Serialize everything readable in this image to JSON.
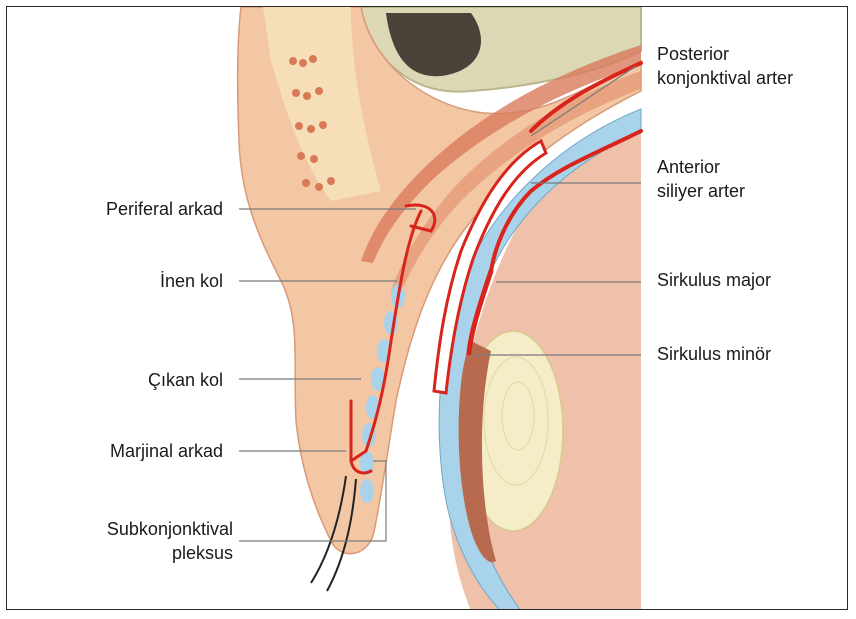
{
  "labels": {
    "left": {
      "peripheral_arcade": "Periferal arkad",
      "descending_branch": "İnen kol",
      "ascending_branch": "Çıkan kol",
      "marginal_arcade": "Marjinal arkad",
      "subconj_line1": "Subkonjonktival",
      "subconj_line2": "pleksus"
    },
    "right": {
      "posterior_line1": "Posterior",
      "posterior_line2": "konjonktival arter",
      "anterior_line1": "Anterior",
      "anterior_line2": "siliyer arter",
      "circulus_major": "Sirkulus major",
      "circulus_minor": "Sirkulus minör"
    }
  },
  "colors": {
    "skin": "#f3c7a3",
    "tarsal": "#f6dfb8",
    "artery": "#d9241c",
    "sclera_blue": "#a9d3ea",
    "lens": "#f5ecc8",
    "bone": "#dcd8b6",
    "leader": "#7a7a7a"
  }
}
